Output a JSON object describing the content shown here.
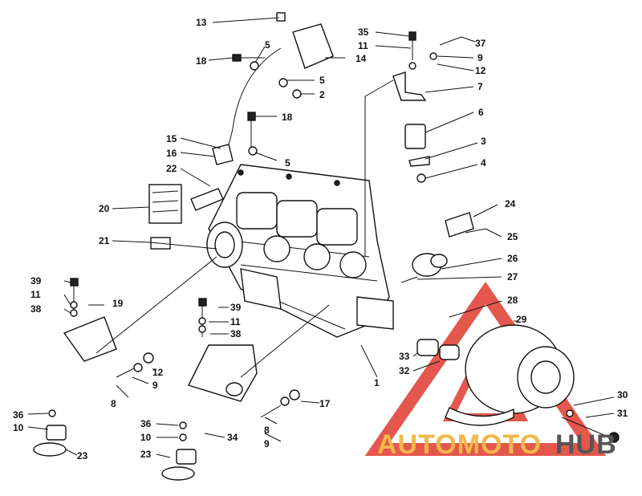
{
  "watermark": {
    "part1": "AUTOMOTO",
    "part2": "HUB",
    "color_main": "#f2b84b",
    "color_accent": "#555555",
    "triangle_color": "#e03a2e"
  },
  "callouts": {
    "c13": "13",
    "c18": "18",
    "c5a": "5",
    "c14": "14",
    "c5b": "5",
    "c2": "2",
    "c18b": "18",
    "c15": "15",
    "c16": "16",
    "c5c": "5",
    "c22": "22",
    "c20": "20",
    "c21": "21",
    "c35": "35",
    "c11a": "11",
    "c37": "37",
    "c9a": "9",
    "c12a": "12",
    "c7": "7",
    "c6": "6",
    "c3": "3",
    "c4": "4",
    "c24": "24",
    "c25": "25",
    "c26": "26",
    "c27": "27",
    "c28": "28",
    "c29": "29",
    "c39a": "39",
    "c11b": "11",
    "c38a": "38",
    "c19": "19",
    "c39b": "39",
    "c11c": "11",
    "c38b": "38",
    "c12b": "12",
    "c9b": "9",
    "c8a": "8",
    "c33": "33",
    "c32": "32",
    "c1": "1",
    "c17": "17",
    "c36a": "36",
    "c10a": "10",
    "c23a": "23",
    "c36b": "36",
    "c10b": "10",
    "c34": "34",
    "c8b": "8",
    "c9c": "9",
    "c23b": "23",
    "c30": "30",
    "c31": "31"
  }
}
